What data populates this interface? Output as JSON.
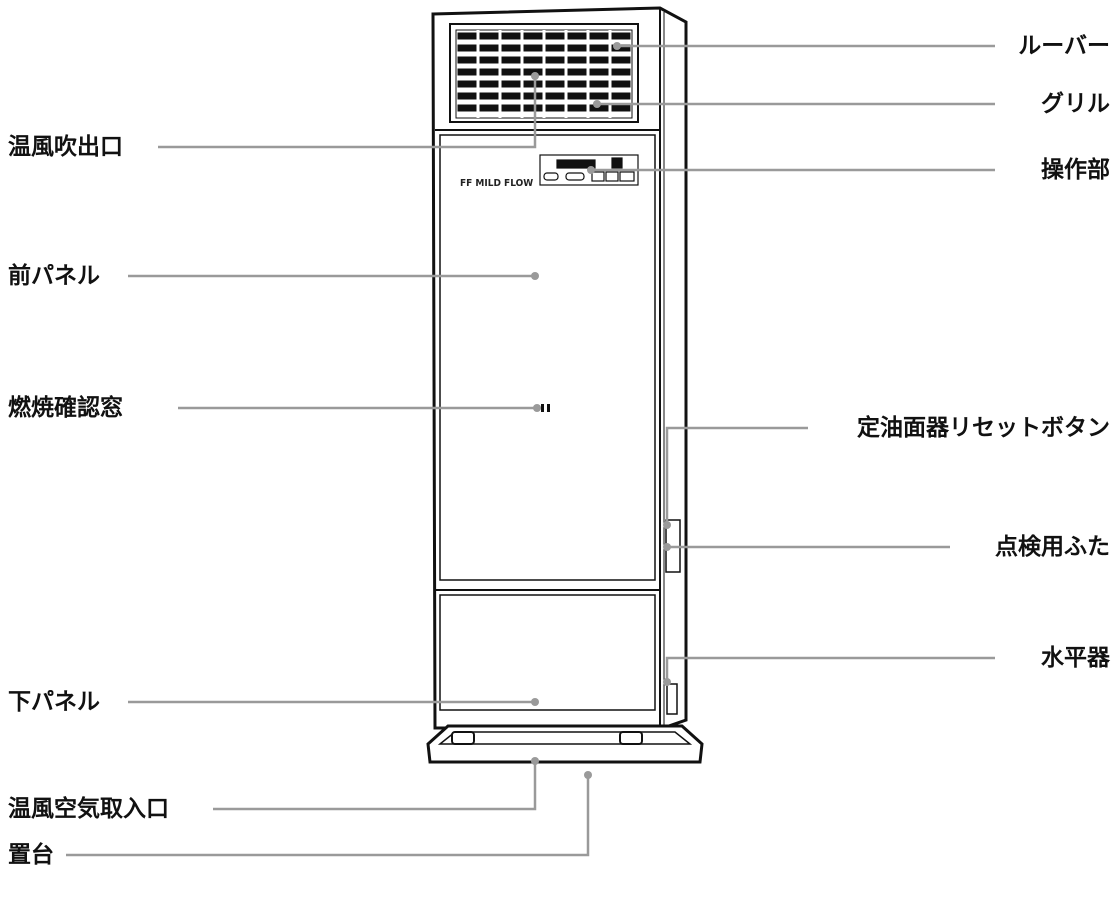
{
  "brand_label": "FF MILD FLOW",
  "labels": {
    "louver": "ルーバー",
    "grille": "グリル",
    "warm_air_outlet": "温風吹出口",
    "control_panel": "操作部",
    "front_panel": "前パネル",
    "flame_window": "燃焼確認窓",
    "oil_reset_button": "定油面器リセットボタン",
    "inspection_cover": "点検用ふた",
    "lower_panel": "下パネル",
    "level": "水平器",
    "air_intake": "温風空気取入口",
    "stand": "置台"
  },
  "colors": {
    "leader": "#9a9a9a",
    "outline": "#111111"
  }
}
